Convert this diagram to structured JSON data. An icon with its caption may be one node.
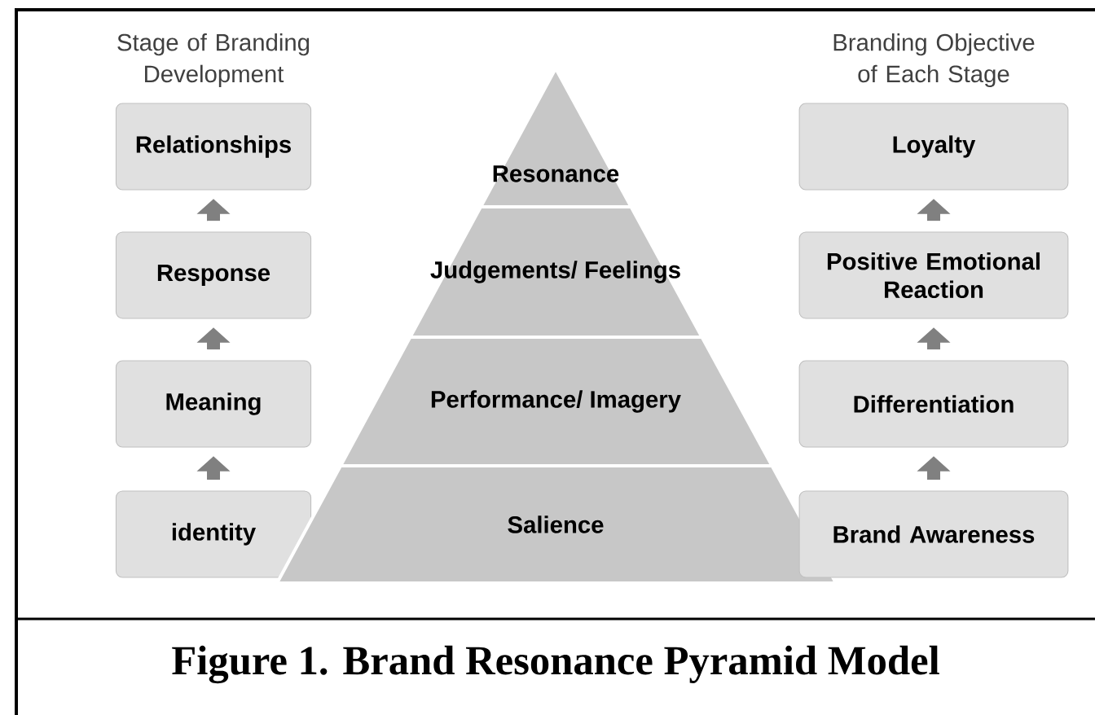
{
  "diagram": {
    "caption": "Figure 1. Brand Resonance Pyramid Model",
    "nodes": [
      {
        "text": [
          "Relationships"
        ]
      },
      {
        "text": [
          "Response"
        ]
      },
      {
        "text": [
          "Meaning"
        ]
      },
      {
        "text": [
          "identity"
        ]
      },
      {
        "text": [
          "Resonance"
        ]
      },
      {
        "text": [
          "Judgements/ Feelings"
        ]
      },
      {
        "text": [
          "Performance/ Imagery"
        ]
      },
      {
        "text": [
          "Salience"
        ]
      },
      {
        "text": [
          "Loyalty"
        ]
      },
      {
        "text": [
          "Positive Emotional Reaction"
        ]
      },
      {
        "text": [
          "Differentiation"
        ]
      },
      {
        "text": [
          "Brand Awareness"
        ]
      }
    ],
    "edges": [
      {
        "from": 3,
        "to": 2,
        "arrow": "to"
      },
      {
        "from": 2,
        "to": 1,
        "arrow": "to"
      },
      {
        "from": 1,
        "to": 0,
        "arrow": "to"
      },
      {
        "from": 11,
        "to": 10,
        "arrow": "to"
      },
      {
        "from": 10,
        "to": 9,
        "arrow": "to"
      },
      {
        "from": 9,
        "to": 8,
        "arrow": "to"
      }
    ],
    "labels": [
      "Stage of Branding Development",
      "Branding Objective of Each Stage"
    ]
  }
}
